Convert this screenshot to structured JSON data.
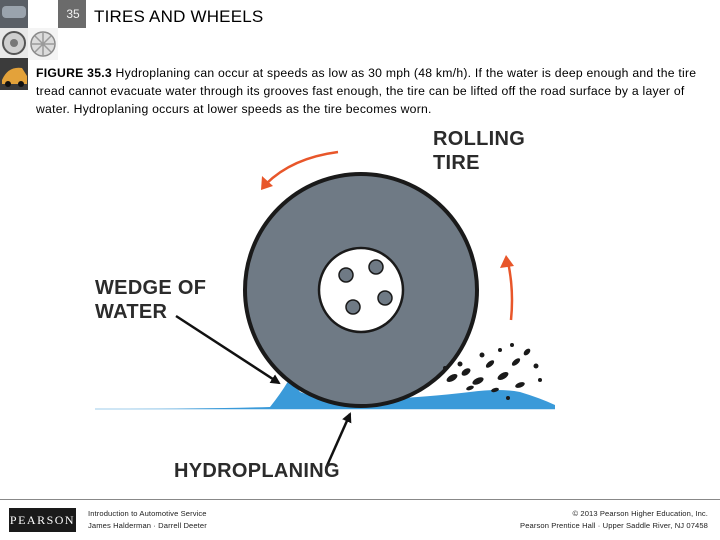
{
  "header": {
    "chapter_number": "35",
    "title": "TIRES AND WHEELS"
  },
  "caption": {
    "figure_label": "FIGURE 35.3",
    "text": " Hydroplaning can occur at speeds as low as 30 mph (48 km/h). If the water is deep enough and the tire tread cannot evacuate water through its grooves fast enough, the tire can be lifted off the road surface by a layer of water. Hydroplaning occurs at lower speeds as the tire becomes worn."
  },
  "figure": {
    "label_rolling_line1": "ROLLING",
    "label_rolling_line2": "TIRE",
    "label_wedge_line1": "WEDGE OF",
    "label_wedge_line2": "WATER",
    "label_hydroplaning": "HYDROPLANING",
    "colors": {
      "tire": "#6f7a85",
      "tire_outline": "#1a1a1a",
      "hub": "#ffffff",
      "water": "#3a9ad9",
      "arrow": "#e8562a"
    }
  },
  "footer": {
    "logo": "PEARSON",
    "left_line1": "Introduction to Automotive Service",
    "left_line2": "James Halderman · Darrell Deeter",
    "right_line1": "© 2013 Pearson Higher Education, Inc.",
    "right_line2": "Pearson Prentice Hall · Upper Saddle River, NJ 07458"
  }
}
